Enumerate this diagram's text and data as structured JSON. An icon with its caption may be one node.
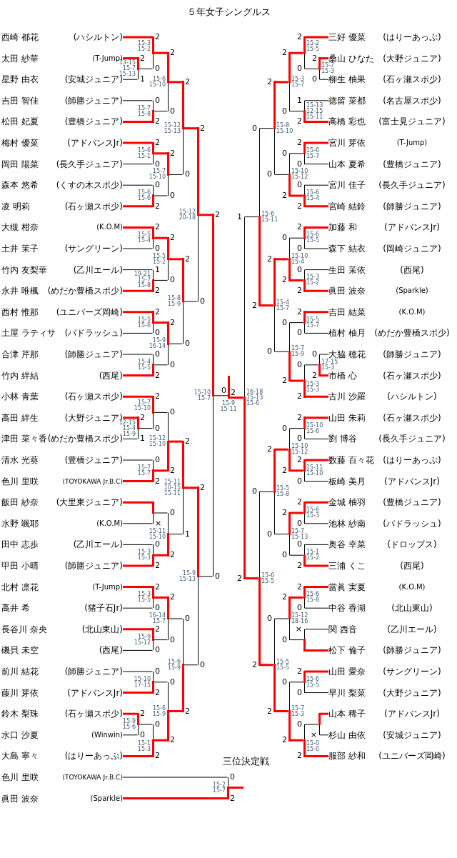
{
  "diagram": {
    "title": "５年女子シングルス",
    "nodes": [
      {
        "text": [
          "西崎 都花"
        ],
        "beside": [
          "(ハシルトン)"
        ]
      },
      {
        "text": [
          "太田 紗華"
        ],
        "beside": [
          "(T-Jump)"
        ]
      },
      {
        "text": [
          "星野 由衣"
        ],
        "beside": [
          "(安城ジュニア)"
        ]
      },
      {
        "text": [
          "吉田 智佳"
        ],
        "beside": [
          "(師勝ジュニア)"
        ]
      },
      {
        "text": [
          "松田 妃夏"
        ],
        "beside": [
          "(豊橋ジュニア)"
        ]
      },
      {
        "text": [
          "梅村 優菜"
        ],
        "beside": [
          "(アドバンスJr)"
        ]
      },
      {
        "text": [
          "岡田 陽菜"
        ],
        "beside": [
          "(長久手ジュニア)"
        ]
      },
      {
        "text": [
          "森本 悠希"
        ],
        "beside": [
          "(くすの木スポ少)"
        ]
      },
      {
        "text": [
          "凌 明莉"
        ],
        "beside": [
          "(石ヶ瀬スポ少)"
        ]
      },
      {
        "text": [
          "大槻 柑奈"
        ],
        "beside": [
          "(K.O.M)"
        ]
      },
      {
        "text": [
          "土井 茉子"
        ],
        "beside": [
          "(サングリーン)"
        ]
      },
      {
        "text": [
          "竹内 友梨華"
        ],
        "beside": [
          "(乙川エール)"
        ]
      },
      {
        "text": [
          "永井 唯楓"
        ],
        "beside": [
          "(めだか豊橋スポ少)"
        ]
      },
      {
        "text": [
          "西村 惟那"
        ],
        "beside": [
          "(ユニバーズ岡崎)"
        ]
      },
      {
        "text": [
          "土屋 ラティサ"
        ],
        "beside": [
          "(バドラッシュ)"
        ]
      },
      {
        "text": [
          "合津 芹那"
        ],
        "beside": [
          "(師勝ジュニア)"
        ]
      },
      {
        "text": [
          "竹内 絆結"
        ],
        "beside": [
          "(西尾)"
        ]
      },
      {
        "text": [
          "小林 青葉"
        ],
        "beside": [
          "(石ヶ瀬スポ少)"
        ]
      },
      {
        "text": [
          "高田 絆生"
        ],
        "beside": [
          "(大野ジュニア)"
        ]
      },
      {
        "text": [
          "津田 菜々香"
        ],
        "beside": [
          "(めだか豊橋スポ少)"
        ]
      },
      {
        "text": [
          "清水 光葵"
        ],
        "beside": [
          "(豊橋ジュニア)"
        ]
      },
      {
        "text": [
          "色川 里咲"
        ],
        "beside": [
          "(TOYOKAWA Jr.B.C)"
        ]
      },
      {
        "text": [
          "飯田 紗奈"
        ],
        "beside": [
          "(大里東ジュニア)"
        ]
      },
      {
        "text": [
          "水野 颯耶"
        ],
        "beside": [
          "(K.O.M)"
        ]
      },
      {
        "text": [
          "田中 志歩"
        ],
        "beside": [
          "(乙川エール)"
        ]
      },
      {
        "text": [
          "甲田 小晴"
        ],
        "beside": [
          "(師勝ジュニア)"
        ]
      },
      {
        "text": [
          "北村 凛花"
        ],
        "beside": [
          "(T-Jump)"
        ]
      },
      {
        "text": [
          "高井 希"
        ],
        "beside": [
          "(猪子石Jr)"
        ]
      },
      {
        "text": [
          "長谷川 奈央"
        ],
        "beside": [
          "(北山東山)"
        ]
      },
      {
        "text": [
          "磯貝 未空"
        ],
        "beside": [
          "(西尾)"
        ]
      },
      {
        "text": [
          "前川 結花"
        ],
        "beside": [
          "(師勝ジュニア)"
        ]
      },
      {
        "text": [
          "藤川 芽依"
        ],
        "beside": [
          "(アドバンスJr)"
        ]
      },
      {
        "text": [
          "鈴木 梨珠"
        ],
        "beside": [
          "(石ヶ瀬スポ少)"
        ]
      },
      {
        "text": [
          "水口 沙夏"
        ],
        "beside": [
          "(Winwin)"
        ]
      },
      {
        "text": [
          "大島 寧々"
        ],
        "beside": [
          "(はりーあっぷ)"
        ]
      },
      {
        "text": [
          "三好 優菜"
        ],
        "beside": [
          "(はりーあっぷ)"
        ]
      },
      {
        "text": [
          "桑山 ひなた"
        ],
        "beside": [
          "(大野ジュニア)"
        ]
      },
      {
        "text": [
          "柳生 柚果"
        ],
        "beside": [
          "(石ヶ瀬スポ少)"
        ]
      },
      {
        "text": [
          "徳留 菜都"
        ],
        "beside": [
          "(名古屋スポ少)"
        ]
      },
      {
        "text": [
          "高橋 彩也"
        ],
        "beside": [
          "(富士見ジュニア)"
        ]
      },
      {
        "text": [
          "宮川 芽依"
        ],
        "beside": [
          "(T-Jump)"
        ]
      },
      {
        "text": [
          "山本 夏希"
        ],
        "beside": [
          "(豊橋ジュニア)"
        ]
      },
      {
        "text": [
          "宮川 佳子"
        ],
        "beside": [
          "(長久手ジュニア)"
        ]
      },
      {
        "text": [
          "宮崎 結鈴"
        ],
        "beside": [
          "(師勝ジュニア)"
        ]
      },
      {
        "text": [
          "加藤 和"
        ],
        "beside": [
          "(アドバンスJr)"
        ]
      },
      {
        "text": [
          "森下 結衣"
        ],
        "beside": [
          "(岡崎ジュニア)"
        ]
      },
      {
        "text": [
          "生田 茉依"
        ],
        "beside": [
          "(西尾)"
        ]
      },
      {
        "text": [
          "眞田 波奈"
        ],
        "beside": [
          "(Sparkle)"
        ]
      },
      {
        "text": [
          "吉田 結菜"
        ],
        "beside": [
          "(K.O.M)"
        ]
      },
      {
        "text": [
          "植村 柚月"
        ],
        "beside": [
          "(めだか豊橋スポ少)"
        ]
      },
      {
        "text": [
          "大脇 穂花"
        ],
        "beside": [
          "(師勝ジュニア)"
        ]
      },
      {
        "text": [
          "市橋 心"
        ],
        "beside": [
          "(石ヶ瀬スポ少)"
        ]
      },
      {
        "text": [
          "古川 沙羅"
        ],
        "beside": [
          "(ハシルトン)"
        ]
      },
      {
        "text": [
          "山田 朱莉"
        ],
        "beside": [
          "(石ヶ瀬スポ少)"
        ]
      },
      {
        "text": [
          "劉 博谷"
        ],
        "beside": [
          "(長久手ジュニア)"
        ]
      },
      {
        "text": [
          "数藤 百々花"
        ],
        "beside": [
          "(はりーあっぷ)"
        ]
      },
      {
        "text": [
          "板崎 美月"
        ],
        "beside": [
          "(アドバンスJr)"
        ]
      },
      {
        "text": [
          "金城 柚羽"
        ],
        "beside": [
          "(豊橋ジュニア)"
        ]
      },
      {
        "text": [
          "池林 紗南"
        ],
        "beside": [
          "(バドラッシュ)"
        ]
      },
      {
        "text": [
          "奥谷 幸菜"
        ],
        "beside": [
          "(ドロップス)"
        ]
      },
      {
        "text": [
          "三浦 くこ"
        ],
        "beside": [
          "(西尾)"
        ]
      },
      {
        "text": [
          "當眞 実夏"
        ],
        "beside": [
          "(K.O.M)"
        ]
      },
      {
        "text": [
          "中谷 香湖"
        ],
        "beside": [
          "(北山東山)"
        ]
      },
      {
        "text": [
          "関 西音"
        ],
        "beside": [
          "(乙川エール)"
        ]
      },
      {
        "text": [
          "松下 倫子"
        ],
        "beside": [
          "(師勝ジュニア)"
        ]
      },
      {
        "text": [
          "山田 愛奈"
        ],
        "beside": [
          "(サングリーン)"
        ]
      },
      {
        "text": [
          "早川 梨菜"
        ],
        "beside": [
          "(大野ジュニア)"
        ]
      },
      {
        "text": [
          "山本 稀子"
        ],
        "beside": [
          "(アドバンスJr)"
        ]
      },
      {
        "text": [
          "杉山 由依"
        ],
        "beside": [
          "(安城ジュニア)"
        ]
      },
      {
        "text": [
          "服部 紗和"
        ],
        "beside": [
          "(ユニバーズ岡崎)"
        ]
      },
      {
        "text": [
          "色川 里咲"
        ],
        "beside": [
          "(TOYOKAWA Jr.B.C)"
        ]
      },
      {
        "text": [
          "眞田 波奈"
        ],
        "beside": [
          "(Sparkle)"
        ]
      },
      {
        "text": [],
        "shape": "bar",
        "beside": [
          "13-15",
          "15-7",
          "15-13"
        ]
      },
      {
        "text": [],
        "shape": "bar",
        "beside": [
          "15-3",
          "15-2"
        ]
      },
      {
        "text": [],
        "shape": "bar",
        "beside": [
          "15-7",
          "15-8"
        ]
      },
      {
        "text": [],
        "shape": "bar",
        "beside": [
          "15-6",
          "15-10"
        ]
      },
      {
        "text": [],
        "shape": "bar",
        "beside": [
          "15-6",
          "15-1"
        ]
      },
      {
        "text": [],
        "shape": "bar",
        "beside": [
          "15-6",
          "15-6"
        ]
      },
      {
        "text": [],
        "shape": "bar",
        "beside": [
          "15-7",
          "15-10"
        ]
      },
      {
        "text": [],
        "shape": "bar",
        "beside": [
          "15-12",
          "15-13"
        ]
      },
      {
        "text": [],
        "shape": "bar",
        "beside": [
          "15-5",
          "15-4"
        ]
      },
      {
        "text": [],
        "shape": "bar",
        "beside": [
          "19-21",
          "15-7",
          "15-8"
        ]
      },
      {
        "text": [],
        "shape": "bar",
        "beside": [
          "15-5",
          "15-6"
        ]
      },
      {
        "text": [],
        "shape": "bar",
        "beside": [
          "15-4",
          "15-5"
        ]
      },
      {
        "text": [],
        "shape": "bar",
        "beside": [
          "15-9",
          "16-14"
        ]
      },
      {
        "text": [],
        "shape": "bar",
        "beside": [
          "15-5",
          "15-2"
        ]
      },
      {
        "text": [],
        "shape": "bar",
        "beside": [
          "15-8",
          "15-9"
        ]
      },
      {
        "text": [],
        "shape": "bar",
        "beside": [
          "15-12",
          "20-18"
        ]
      },
      {
        "text": [],
        "shape": "bar",
        "beside": [
          "12-15",
          "15-4",
          "15-9"
        ]
      },
      {
        "text": [],
        "shape": "bar",
        "beside": [
          "15-7",
          "15-10"
        ]
      },
      {
        "text": [],
        "shape": "bar",
        "beside": [
          "15-7",
          "15-7"
        ]
      },
      {
        "text": [],
        "shape": "bar",
        "beside": [
          "15-12",
          "15-10"
        ]
      },
      {
        "text": [],
        "shape": "bar"
      },
      {
        "text": [],
        "shape": "bar",
        "beside": [
          "15-3",
          "15-3"
        ]
      },
      {
        "text": [],
        "shape": "bar",
        "beside": [
          "15-11",
          "15-10"
        ]
      },
      {
        "text": [],
        "shape": "bar",
        "beside": [
          "15-11",
          "10-15",
          "15-11"
        ]
      },
      {
        "text": [],
        "shape": "bar",
        "beside": [
          "15-3",
          "15-5"
        ]
      },
      {
        "text": [],
        "shape": "bar",
        "beside": [
          "15-9",
          "15-12"
        ]
      },
      {
        "text": [],
        "shape": "bar",
        "beside": [
          "16-14",
          "15-7"
        ]
      },
      {
        "text": [],
        "shape": "bar",
        "beside": [
          "15-10",
          "17-15"
        ]
      },
      {
        "text": [],
        "shape": "bar",
        "beside": [
          "15-9",
          "15-6"
        ]
      },
      {
        "text": [],
        "shape": "bar",
        "beside": [
          "15-1",
          "15-3"
        ]
      },
      {
        "text": [],
        "shape": "bar",
        "beside": [
          "15-6",
          "15-9"
        ]
      },
      {
        "text": [],
        "shape": "bar",
        "beside": [
          "15-6",
          "15-9"
        ]
      },
      {
        "text": [],
        "shape": "bar",
        "beside": [
          "15-9",
          "15-13"
        ]
      },
      {
        "text": [],
        "shape": "bar",
        "beside": [
          "15-10",
          "15-7"
        ]
      },
      {
        "text": [],
        "shape": "bar",
        "beside": [
          "15-7",
          "15-3"
        ]
      },
      {
        "text": [],
        "shape": "bar",
        "beside": [
          "15-2",
          "15-5"
        ]
      },
      {
        "text": [],
        "shape": "bar",
        "beside": [
          "15-13",
          "12-15",
          "15-11"
        ]
      },
      {
        "text": [],
        "shape": "bar",
        "beside": [
          "15-3",
          "15-7"
        ]
      },
      {
        "text": [],
        "shape": "bar",
        "beside": [
          "15-6",
          "15-7"
        ]
      },
      {
        "text": [],
        "shape": "bar",
        "beside": [
          "15-6",
          "15-4"
        ]
      },
      {
        "text": [],
        "shape": "bar",
        "beside": [
          "15-10",
          "15-12"
        ]
      },
      {
        "text": [],
        "shape": "bar",
        "beside": [
          "15-8",
          "15-10"
        ]
      },
      {
        "text": [],
        "shape": "bar",
        "beside": [
          "15-6",
          "15-5"
        ]
      },
      {
        "text": [],
        "shape": "bar",
        "beside": [
          "15-3",
          "15-2"
        ]
      },
      {
        "text": [],
        "shape": "bar",
        "beside": [
          "15-10",
          "15-4"
        ]
      },
      {
        "text": [],
        "shape": "bar",
        "beside": [
          "15-5",
          "15-7"
        ]
      },
      {
        "text": [],
        "shape": "bar",
        "beside": [
          "17-15",
          "15-3"
        ]
      },
      {
        "text": [],
        "shape": "bar",
        "beside": [
          "15-3",
          "15-3"
        ]
      },
      {
        "text": [],
        "shape": "bar",
        "beside": [
          "15-7",
          "15-9"
        ]
      },
      {
        "text": [],
        "shape": "bar",
        "beside": [
          "15-4",
          "15-7"
        ]
      },
      {
        "text": [],
        "shape": "bar",
        "beside": [
          "15-6",
          "15-11"
        ]
      },
      {
        "text": [],
        "shape": "bar",
        "beside": [
          "15-10",
          "15-6"
        ]
      },
      {
        "text": [],
        "shape": "bar",
        "beside": [
          "15-11",
          "15-10"
        ]
      },
      {
        "text": [],
        "shape": "bar",
        "beside": [
          "15-10",
          "15-12"
        ]
      },
      {
        "text": [],
        "shape": "bar",
        "beside": [
          "15-6",
          "15-3"
        ]
      },
      {
        "text": [],
        "shape": "bar",
        "beside": [
          "15-1",
          "15-2"
        ]
      },
      {
        "text": [],
        "shape": "bar",
        "beside": [
          "15-7",
          "15-13"
        ]
      },
      {
        "text": [],
        "shape": "bar",
        "beside": [
          "15-5",
          "15-8"
        ]
      },
      {
        "text": [],
        "shape": "bar",
        "beside": [
          "15-6",
          "15-8"
        ]
      },
      {
        "text": [],
        "shape": "bar"
      },
      {
        "text": [],
        "shape": "bar",
        "beside": [
          "15-12",
          "18-16"
        ]
      },
      {
        "text": [],
        "shape": "bar",
        "beside": [
          "15-6",
          "15-5"
        ]
      },
      {
        "text": [],
        "shape": "bar"
      },
      {
        "text": [],
        "shape": "bar",
        "beside": [
          "15-0",
          "15-0"
        ]
      },
      {
        "text": [],
        "shape": "bar",
        "beside": [
          "15-7",
          "15-3"
        ]
      },
      {
        "text": [],
        "shape": "bar",
        "beside": [
          "15-5",
          "15-5"
        ]
      },
      {
        "text": [],
        "shape": "bar",
        "beside": [
          "15-6",
          "15-5"
        ]
      },
      {
        "text": [],
        "shape": "bar",
        "beside": [
          "16-18",
          "15-13",
          "15-6"
        ]
      },
      {
        "text": [],
        "shape": "bar",
        "beside": [
          "15-9",
          "15-11"
        ]
      },
      {
        "text": [
          "三位決定戦"
        ],
        "beside": [
          "15-2",
          "15-7"
        ]
      }
    ],
    "edges": [
      {
        "from": 1,
        "to": 72,
        "arrow": "none",
        "label": "2",
        "style": "thick",
        "color": "#ff0000"
      },
      {
        "from": 2,
        "to": 72,
        "arrow": "none",
        "label": "1",
        "color": "#000000"
      },
      {
        "from": 0,
        "to": 73,
        "arrow": "none",
        "label": "2",
        "style": "thick",
        "color": "#ff0000"
      },
      {
        "from": 72,
        "to": 73,
        "arrow": "none",
        "label": "0",
        "color": "#000000"
      },
      {
        "from": 3,
        "to": 74,
        "arrow": "none",
        "label": "0",
        "color": "#000000"
      },
      {
        "from": 4,
        "to": 74,
        "arrow": "none",
        "label": "2",
        "style": "thick",
        "color": "#ff0000"
      },
      {
        "from": 73,
        "to": 75,
        "arrow": "none",
        "label": "2",
        "style": "thick",
        "color": "#ff0000"
      },
      {
        "from": 74,
        "to": 75,
        "arrow": "none",
        "label": "0",
        "color": "#000000"
      },
      {
        "from": 5,
        "to": 76,
        "arrow": "none",
        "label": "2",
        "style": "thick",
        "color": "#ff0000"
      },
      {
        "from": 6,
        "to": 76,
        "arrow": "none",
        "label": "0",
        "color": "#000000"
      },
      {
        "from": 7,
        "to": 77,
        "arrow": "none",
        "label": "0",
        "color": "#000000"
      },
      {
        "from": 8,
        "to": 77,
        "arrow": "none",
        "label": "2",
        "style": "thick",
        "color": "#ff0000"
      },
      {
        "from": 76,
        "to": 78,
        "arrow": "none",
        "label": "2",
        "style": "thick",
        "color": "#ff0000"
      },
      {
        "from": 77,
        "to": 78,
        "arrow": "none",
        "label": "0",
        "color": "#000000"
      },
      {
        "from": 75,
        "to": 79,
        "arrow": "none",
        "label": "2",
        "style": "thick",
        "color": "#ff0000"
      },
      {
        "from": 78,
        "to": 79,
        "arrow": "none",
        "label": "0",
        "color": "#000000"
      },
      {
        "from": 9,
        "to": 80,
        "arrow": "none",
        "label": "2",
        "style": "thick",
        "color": "#ff0000"
      },
      {
        "from": 10,
        "to": 80,
        "arrow": "none",
        "label": "0",
        "color": "#000000"
      },
      {
        "from": 11,
        "to": 81,
        "arrow": "none",
        "label": "1",
        "color": "#000000"
      },
      {
        "from": 12,
        "to": 81,
        "arrow": "none",
        "label": "2",
        "style": "thick",
        "color": "#ff0000"
      },
      {
        "from": 13,
        "to": 82,
        "arrow": "none",
        "label": "2",
        "style": "thick",
        "color": "#ff0000"
      },
      {
        "from": 14,
        "to": 82,
        "arrow": "none",
        "label": "0",
        "color": "#000000"
      },
      {
        "from": 15,
        "to": 83,
        "arrow": "none",
        "label": "0",
        "color": "#000000"
      },
      {
        "from": 16,
        "to": 83,
        "arrow": "none",
        "label": "2",
        "style": "thick",
        "color": "#ff0000"
      },
      {
        "from": 82,
        "to": 84,
        "arrow": "none",
        "label": "2",
        "style": "thick",
        "color": "#ff0000"
      },
      {
        "from": 83,
        "to": 84,
        "arrow": "none",
        "label": "0",
        "color": "#000000"
      },
      {
        "from": 80,
        "to": 85,
        "arrow": "none",
        "label": "2",
        "style": "thick",
        "color": "#ff0000"
      },
      {
        "from": 81,
        "to": 85,
        "arrow": "none",
        "label": "0",
        "color": "#000000"
      },
      {
        "from": 85,
        "to": 86,
        "arrow": "none",
        "label": "2",
        "style": "thick",
        "color": "#ff0000"
      },
      {
        "from": 84,
        "to": 86,
        "arrow": "none",
        "label": "0",
        "color": "#000000"
      },
      {
        "from": 79,
        "to": 87,
        "arrow": "none",
        "label": "2",
        "style": "thick",
        "color": "#ff0000"
      },
      {
        "from": 86,
        "to": 87,
        "arrow": "none",
        "label": "0",
        "color": "#000000"
      },
      {
        "from": 18,
        "to": 88,
        "arrow": "none",
        "label": "2",
        "style": "thick",
        "color": "#ff0000"
      },
      {
        "from": 19,
        "to": 88,
        "arrow": "none",
        "label": "1",
        "color": "#000000"
      },
      {
        "from": 17,
        "to": 89,
        "arrow": "none",
        "label": "2",
        "style": "thick",
        "color": "#ff0000"
      },
      {
        "from": 88,
        "to": 89,
        "arrow": "none",
        "label": "0",
        "color": "#000000"
      },
      {
        "from": 20,
        "to": 90,
        "arrow": "none",
        "label": "0",
        "color": "#000000"
      },
      {
        "from": 21,
        "to": 90,
        "arrow": "none",
        "label": "2",
        "style": "thick",
        "color": "#ff0000"
      },
      {
        "from": 89,
        "to": 91,
        "arrow": "none",
        "label": "0",
        "color": "#000000"
      },
      {
        "from": 90,
        "to": 91,
        "arrow": "none",
        "label": "2",
        "style": "thick",
        "color": "#ff0000"
      },
      {
        "from": 22,
        "to": 92,
        "arrow": "none",
        "style": "thick",
        "color": "#ff0000"
      },
      {
        "from": 23,
        "to": 92,
        "arrow": "none",
        "label": "×",
        "color": "#000000"
      },
      {
        "from": 24,
        "to": 93,
        "arrow": "none",
        "label": "0",
        "color": "#000000"
      },
      {
        "from": 25,
        "to": 93,
        "arrow": "none",
        "label": "2",
        "style": "thick",
        "color": "#ff0000"
      },
      {
        "from": 92,
        "to": 94,
        "arrow": "none",
        "label": "0",
        "color": "#000000"
      },
      {
        "from": 93,
        "to": 94,
        "arrow": "none",
        "label": "2",
        "style": "thick",
        "color": "#ff0000"
      },
      {
        "from": 91,
        "to": 95,
        "arrow": "none",
        "label": "2",
        "style": "thick",
        "color": "#ff0000"
      },
      {
        "from": 94,
        "to": 95,
        "arrow": "none",
        "label": "1",
        "color": "#000000"
      },
      {
        "from": 26,
        "to": 96,
        "arrow": "none",
        "label": "2",
        "style": "thick",
        "color": "#ff0000"
      },
      {
        "from": 27,
        "to": 96,
        "arrow": "none",
        "label": "0",
        "color": "#000000"
      },
      {
        "from": 28,
        "to": 97,
        "arrow": "none",
        "label": "2",
        "style": "thick",
        "color": "#ff0000"
      },
      {
        "from": 29,
        "to": 97,
        "arrow": "none",
        "label": "0",
        "color": "#000000"
      },
      {
        "from": 96,
        "to": 98,
        "arrow": "none",
        "label": "2",
        "style": "thick",
        "color": "#ff0000"
      },
      {
        "from": 97,
        "to": 98,
        "arrow": "none",
        "label": "0",
        "color": "#000000"
      },
      {
        "from": 30,
        "to": 99,
        "arrow": "none",
        "label": "0",
        "color": "#000000"
      },
      {
        "from": 31,
        "to": 99,
        "arrow": "none",
        "label": "2",
        "style": "thick",
        "color": "#ff0000"
      },
      {
        "from": 32,
        "to": 100,
        "arrow": "none",
        "label": "2",
        "style": "thick",
        "color": "#ff0000"
      },
      {
        "from": 33,
        "to": 100,
        "arrow": "none",
        "label": "0",
        "color": "#000000"
      },
      {
        "from": 100,
        "to": 101,
        "arrow": "none",
        "label": "0",
        "color": "#000000"
      },
      {
        "from": 34,
        "to": 101,
        "arrow": "none",
        "label": "2",
        "style": "thick",
        "color": "#ff0000"
      },
      {
        "from": 99,
        "to": 102,
        "arrow": "none",
        "label": "0",
        "color": "#000000"
      },
      {
        "from": 101,
        "to": 102,
        "arrow": "none",
        "label": "2",
        "style": "thick",
        "color": "#ff0000"
      },
      {
        "from": 98,
        "to": 103,
        "arrow": "none",
        "label": "0",
        "color": "#000000"
      },
      {
        "from": 102,
        "to": 103,
        "arrow": "none",
        "label": "2",
        "style": "thick",
        "color": "#ff0000"
      },
      {
        "from": 95,
        "to": 104,
        "arrow": "none",
        "label": "2",
        "style": "thick",
        "color": "#ff0000"
      },
      {
        "from": 103,
        "to": 104,
        "arrow": "none",
        "label": "0",
        "color": "#000000"
      },
      {
        "from": 87,
        "to": 105,
        "arrow": "none",
        "label": "2",
        "style": "thick",
        "color": "#ff0000"
      },
      {
        "from": 104,
        "to": 105,
        "arrow": "none",
        "label": "0",
        "color": "#000000"
      },
      {
        "from": 36,
        "to": 106,
        "arrow": "none",
        "label": "2",
        "style": "thick",
        "color": "#ff0000"
      },
      {
        "from": 37,
        "to": 106,
        "arrow": "none",
        "label": "0",
        "color": "#000000"
      },
      {
        "from": 35,
        "to": 107,
        "arrow": "none",
        "label": "2",
        "style": "thick",
        "color": "#ff0000"
      },
      {
        "from": 106,
        "to": 107,
        "arrow": "none",
        "label": "0",
        "color": "#000000"
      },
      {
        "from": 38,
        "to": 108,
        "arrow": "none",
        "label": "1",
        "color": "#000000"
      },
      {
        "from": 39,
        "to": 108,
        "arrow": "none",
        "label": "2",
        "style": "thick",
        "color": "#ff0000"
      },
      {
        "from": 107,
        "to": 109,
        "arrow": "none",
        "label": "2",
        "style": "thick",
        "color": "#ff0000"
      },
      {
        "from": 108,
        "to": 109,
        "arrow": "none",
        "label": "0",
        "color": "#000000"
      },
      {
        "from": 40,
        "to": 110,
        "arrow": "none",
        "label": "2",
        "style": "thick",
        "color": "#ff0000"
      },
      {
        "from": 41,
        "to": 110,
        "arrow": "none",
        "label": "0",
        "color": "#000000"
      },
      {
        "from": 42,
        "to": 111,
        "arrow": "none",
        "label": "0",
        "color": "#000000"
      },
      {
        "from": 43,
        "to": 111,
        "arrow": "none",
        "label": "2",
        "style": "thick",
        "color": "#ff0000"
      },
      {
        "from": 110,
        "to": 112,
        "arrow": "none",
        "label": "0",
        "color": "#000000"
      },
      {
        "from": 111,
        "to": 112,
        "arrow": "none",
        "label": "2",
        "style": "thick",
        "color": "#ff0000"
      },
      {
        "from": 109,
        "to": 113,
        "arrow": "none",
        "label": "2",
        "style": "thick",
        "color": "#ff0000"
      },
      {
        "from": 112,
        "to": 113,
        "arrow": "none",
        "label": "0",
        "color": "#000000"
      },
      {
        "from": 44,
        "to": 114,
        "arrow": "none",
        "label": "2",
        "style": "thick",
        "color": "#ff0000"
      },
      {
        "from": 45,
        "to": 114,
        "arrow": "none",
        "label": "0",
        "color": "#000000"
      },
      {
        "from": 46,
        "to": 115,
        "arrow": "none",
        "label": "0",
        "color": "#000000"
      },
      {
        "from": 47,
        "to": 115,
        "arrow": "none",
        "label": "2",
        "style": "thick",
        "color": "#ff0000"
      },
      {
        "from": 114,
        "to": 116,
        "arrow": "none",
        "label": "0",
        "color": "#000000"
      },
      {
        "from": 115,
        "to": 116,
        "arrow": "none",
        "label": "2",
        "style": "thick",
        "color": "#ff0000"
      },
      {
        "from": 48,
        "to": 117,
        "arrow": "none",
        "label": "2",
        "style": "thick",
        "color": "#ff0000"
      },
      {
        "from": 49,
        "to": 117,
        "arrow": "none",
        "label": "0",
        "color": "#000000"
      },
      {
        "from": 50,
        "to": 118,
        "arrow": "none",
        "label": "0",
        "color": "#000000"
      },
      {
        "from": 51,
        "to": 118,
        "arrow": "none",
        "label": "2",
        "style": "thick",
        "color": "#ff0000"
      },
      {
        "from": 118,
        "to": 119,
        "arrow": "none",
        "label": "0",
        "color": "#000000"
      },
      {
        "from": 52,
        "to": 119,
        "arrow": "none",
        "label": "2",
        "style": "thick",
        "color": "#ff0000"
      },
      {
        "from": 117,
        "to": 120,
        "arrow": "none",
        "label": "0",
        "color": "#000000"
      },
      {
        "from": 119,
        "to": 120,
        "arrow": "none",
        "label": "2",
        "style": "thick",
        "color": "#ff0000"
      },
      {
        "from": 116,
        "to": 121,
        "arrow": "none",
        "label": "2",
        "style": "thick",
        "color": "#ff0000"
      },
      {
        "from": 120,
        "to": 121,
        "arrow": "none",
        "label": "0",
        "color": "#000000"
      },
      {
        "from": 113,
        "to": 122,
        "arrow": "none",
        "label": "0",
        "color": "#000000"
      },
      {
        "from": 121,
        "to": 122,
        "arrow": "none",
        "label": "2",
        "style": "thick",
        "color": "#ff0000"
      },
      {
        "from": 53,
        "to": 123,
        "arrow": "none",
        "label": "2",
        "style": "thick",
        "color": "#ff0000"
      },
      {
        "from": 54,
        "to": 123,
        "arrow": "none",
        "label": "0",
        "color": "#000000"
      },
      {
        "from": 55,
        "to": 124,
        "arrow": "none",
        "label": "2",
        "style": "thick",
        "color": "#ff0000"
      },
      {
        "from": 56,
        "to": 124,
        "arrow": "none",
        "label": "0",
        "color": "#000000"
      },
      {
        "from": 123,
        "to": 125,
        "arrow": "none",
        "label": "0",
        "color": "#000000"
      },
      {
        "from": 124,
        "to": 125,
        "arrow": "none",
        "label": "2",
        "style": "thick",
        "color": "#ff0000"
      },
      {
        "from": 57,
        "to": 126,
        "arrow": "none",
        "label": "2",
        "style": "thick",
        "color": "#ff0000"
      },
      {
        "from": 58,
        "to": 126,
        "arrow": "none",
        "label": "0",
        "color": "#000000"
      },
      {
        "from": 59,
        "to": 127,
        "arrow": "none",
        "label": "0",
        "color": "#000000"
      },
      {
        "from": 60,
        "to": 127,
        "arrow": "none",
        "label": "2",
        "style": "thick",
        "color": "#ff0000"
      },
      {
        "from": 126,
        "to": 128,
        "arrow": "none",
        "label": "2",
        "style": "thick",
        "color": "#ff0000"
      },
      {
        "from": 127,
        "to": 128,
        "arrow": "none",
        "label": "0",
        "color": "#000000"
      },
      {
        "from": 125,
        "to": 129,
        "arrow": "none",
        "label": "2",
        "style": "thick",
        "color": "#ff0000"
      },
      {
        "from": 128,
        "to": 129,
        "arrow": "none",
        "label": "0",
        "color": "#000000"
      },
      {
        "from": 61,
        "to": 130,
        "arrow": "none",
        "label": "2",
        "style": "thick",
        "color": "#ff0000"
      },
      {
        "from": 62,
        "to": 130,
        "arrow": "none",
        "label": "0",
        "color": "#000000"
      },
      {
        "from": 63,
        "to": 131,
        "arrow": "none",
        "label": "×",
        "color": "#000000"
      },
      {
        "from": 64,
        "to": 131,
        "arrow": "none",
        "style": "thick",
        "color": "#ff0000"
      },
      {
        "from": 130,
        "to": 132,
        "arrow": "none",
        "label": "2",
        "style": "thick",
        "color": "#ff0000"
      },
      {
        "from": 131,
        "to": 132,
        "arrow": "none",
        "label": "0",
        "color": "#000000"
      },
      {
        "from": 65,
        "to": 133,
        "arrow": "none",
        "label": "2",
        "style": "thick",
        "color": "#ff0000"
      },
      {
        "from": 66,
        "to": 133,
        "arrow": "none",
        "label": "0",
        "color": "#000000"
      },
      {
        "from": 67,
        "to": 134,
        "arrow": "none",
        "style": "thick",
        "color": "#ff0000"
      },
      {
        "from": 68,
        "to": 134,
        "arrow": "none",
        "label": "×",
        "color": "#000000"
      },
      {
        "from": 134,
        "to": 135,
        "arrow": "none",
        "label": "0",
        "color": "#000000"
      },
      {
        "from": 69,
        "to": 135,
        "arrow": "none",
        "label": "2",
        "style": "thick",
        "color": "#ff0000"
      },
      {
        "from": 133,
        "to": 136,
        "arrow": "none",
        "label": "0",
        "color": "#000000"
      },
      {
        "from": 135,
        "to": 136,
        "arrow": "none",
        "label": "2",
        "style": "thick",
        "color": "#ff0000"
      },
      {
        "from": 132,
        "to": 137,
        "arrow": "none",
        "label": "0",
        "color": "#000000"
      },
      {
        "from": 136,
        "to": 137,
        "arrow": "none",
        "label": "2",
        "style": "thick",
        "color": "#ff0000"
      },
      {
        "from": 129,
        "to": 138,
        "arrow": "none",
        "label": "0",
        "color": "#000000"
      },
      {
        "from": 137,
        "to": 138,
        "arrow": "none",
        "label": "2",
        "style": "thick",
        "color": "#ff0000"
      },
      {
        "from": 122,
        "to": 139,
        "arrow": "none",
        "label": "1",
        "color": "#000000"
      },
      {
        "from": 138,
        "to": 139,
        "arrow": "none",
        "label": "2",
        "style": "thick",
        "color": "#ff0000"
      },
      {
        "from": 105,
        "to": 140,
        "arrow": "none",
        "label": "0",
        "color": "#000000"
      },
      {
        "from": 139,
        "to": 140,
        "arrow": "none",
        "label": "2",
        "style": "thick",
        "color": "#ff0000"
      },
      {
        "from": 70,
        "to": 141,
        "arrow": "none",
        "label": "0",
        "color": "#000000"
      },
      {
        "from": 71,
        "to": 141,
        "arrow": "none",
        "label": "2",
        "style": "thick",
        "color": "#ff0000"
      }
    ]
  }
}
